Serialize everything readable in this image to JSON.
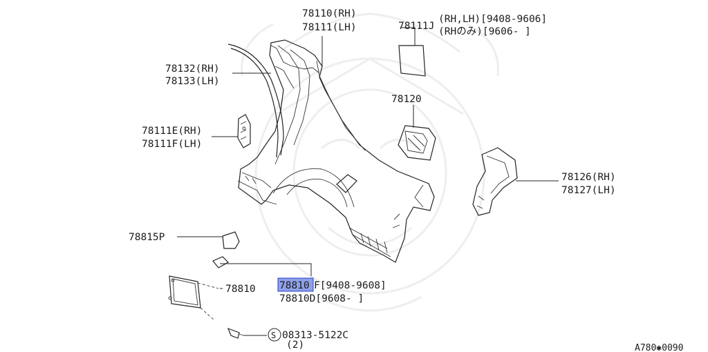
{
  "diagram": {
    "labels": {
      "qtr_panel_rh": "78110(RH)",
      "qtr_panel_lh": "78111(LH)",
      "j_part": "78111J",
      "j_note1": "(RH,LH)[9408-9606]",
      "j_note2": "(RHのみ)[9606-    ]",
      "p78132": "78132(RH)",
      "p78133": "78133(LH)",
      "p78120": "78120",
      "p78111e": "78111E(RH)",
      "p78111f": "78111F(LH)",
      "p78126": "78126(RH)",
      "p78127": "78127(LH)",
      "p78815p": "78815P",
      "p78810": "78810",
      "p78810f_num": "78810",
      "p78810f_suffix": "F[9408-9608]",
      "p78810d": "78810D[9608-    ]",
      "screw_symbol": "S",
      "screw_part": "08313-5122C",
      "screw_qty": "(2)",
      "footer_code": "A780✱0090"
    },
    "highlight_color": "#8ea0e8",
    "highlight_border": "#2a3ec8"
  }
}
